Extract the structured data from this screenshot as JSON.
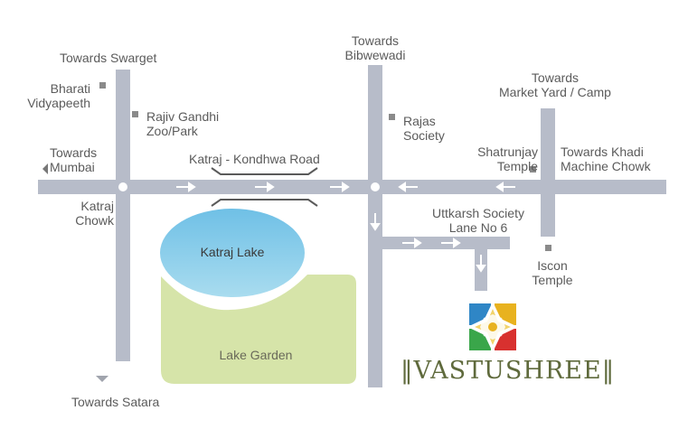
{
  "colors": {
    "road": "#b7bcc9",
    "lake_fill": "#7cc5e8",
    "garden_fill": "#d6e4a9",
    "marker": "#8a8a8a",
    "label": "#5b5b5b",
    "brand": "#5f6a3c"
  },
  "places": {
    "swarget": "Towards Swarget",
    "bharati_line1": "Bharati",
    "bharati_line2": "Vidyapeeth",
    "zoo_line1": "Rajiv Gandhi",
    "zoo_line2": "Zoo/Park",
    "mumbai_line1": "Towards",
    "mumbai_line2": "Mumbai",
    "katraj_chowk_line1": "Katraj",
    "katraj_chowk_line2": "Chowk",
    "kondhwa_road": "Katraj - Kondhwa Road",
    "bibwewadi_line1": "Towards",
    "bibwewadi_line2": "Bibwewadi",
    "rajas_line1": "Rajas",
    "rajas_line2": "Society",
    "market_yard_line1": "Towards",
    "market_yard_line2": "Market Yard / Camp",
    "shatrunjay_line1": "Shatrunjay",
    "shatrunjay_line2": "Temple",
    "khadi_line1": "Towards Khadi",
    "khadi_line2": "Machine Chowk",
    "uttkarsh_line1": "Uttkarsh Society",
    "uttkarsh_line2": "Lane No 6",
    "iscon_line1": "Iscon",
    "iscon_line2": "Temple",
    "katraj_lake": "Katraj Lake",
    "lake_garden": "Lake Garden",
    "satara": "Towards Satara"
  },
  "brand": {
    "name": "VASTUSHREE",
    "logo_icon": "lotus-logo-icon"
  }
}
